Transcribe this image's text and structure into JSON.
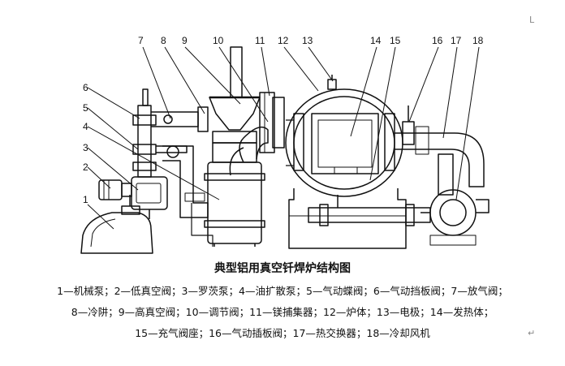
{
  "callouts": [
    "1",
    "2",
    "3",
    "4",
    "5",
    "6",
    "7",
    "8",
    "9",
    "10",
    "11",
    "12",
    "13",
    "14",
    "15",
    "16",
    "17",
    "18"
  ],
  "caption": {
    "title": "典型铝用真空钎焊炉结构图",
    "line1": "1—机械泵；2—低真空阀；3—罗茨泵；4—油扩散泵；5—气动蝶阀；6—气动挡板阀；7—放气阀；",
    "line2": "8—冷阱；9—高真空阀；10—调节阀；11—镁捕集器；12—炉体；13—电极；14—发热体；",
    "line3": "15—充气阀座；16—气动插板阀；17—热交换器；18—冷却风机"
  },
  "marks": {
    "top_right": "L",
    "bottom_right": "↵"
  }
}
